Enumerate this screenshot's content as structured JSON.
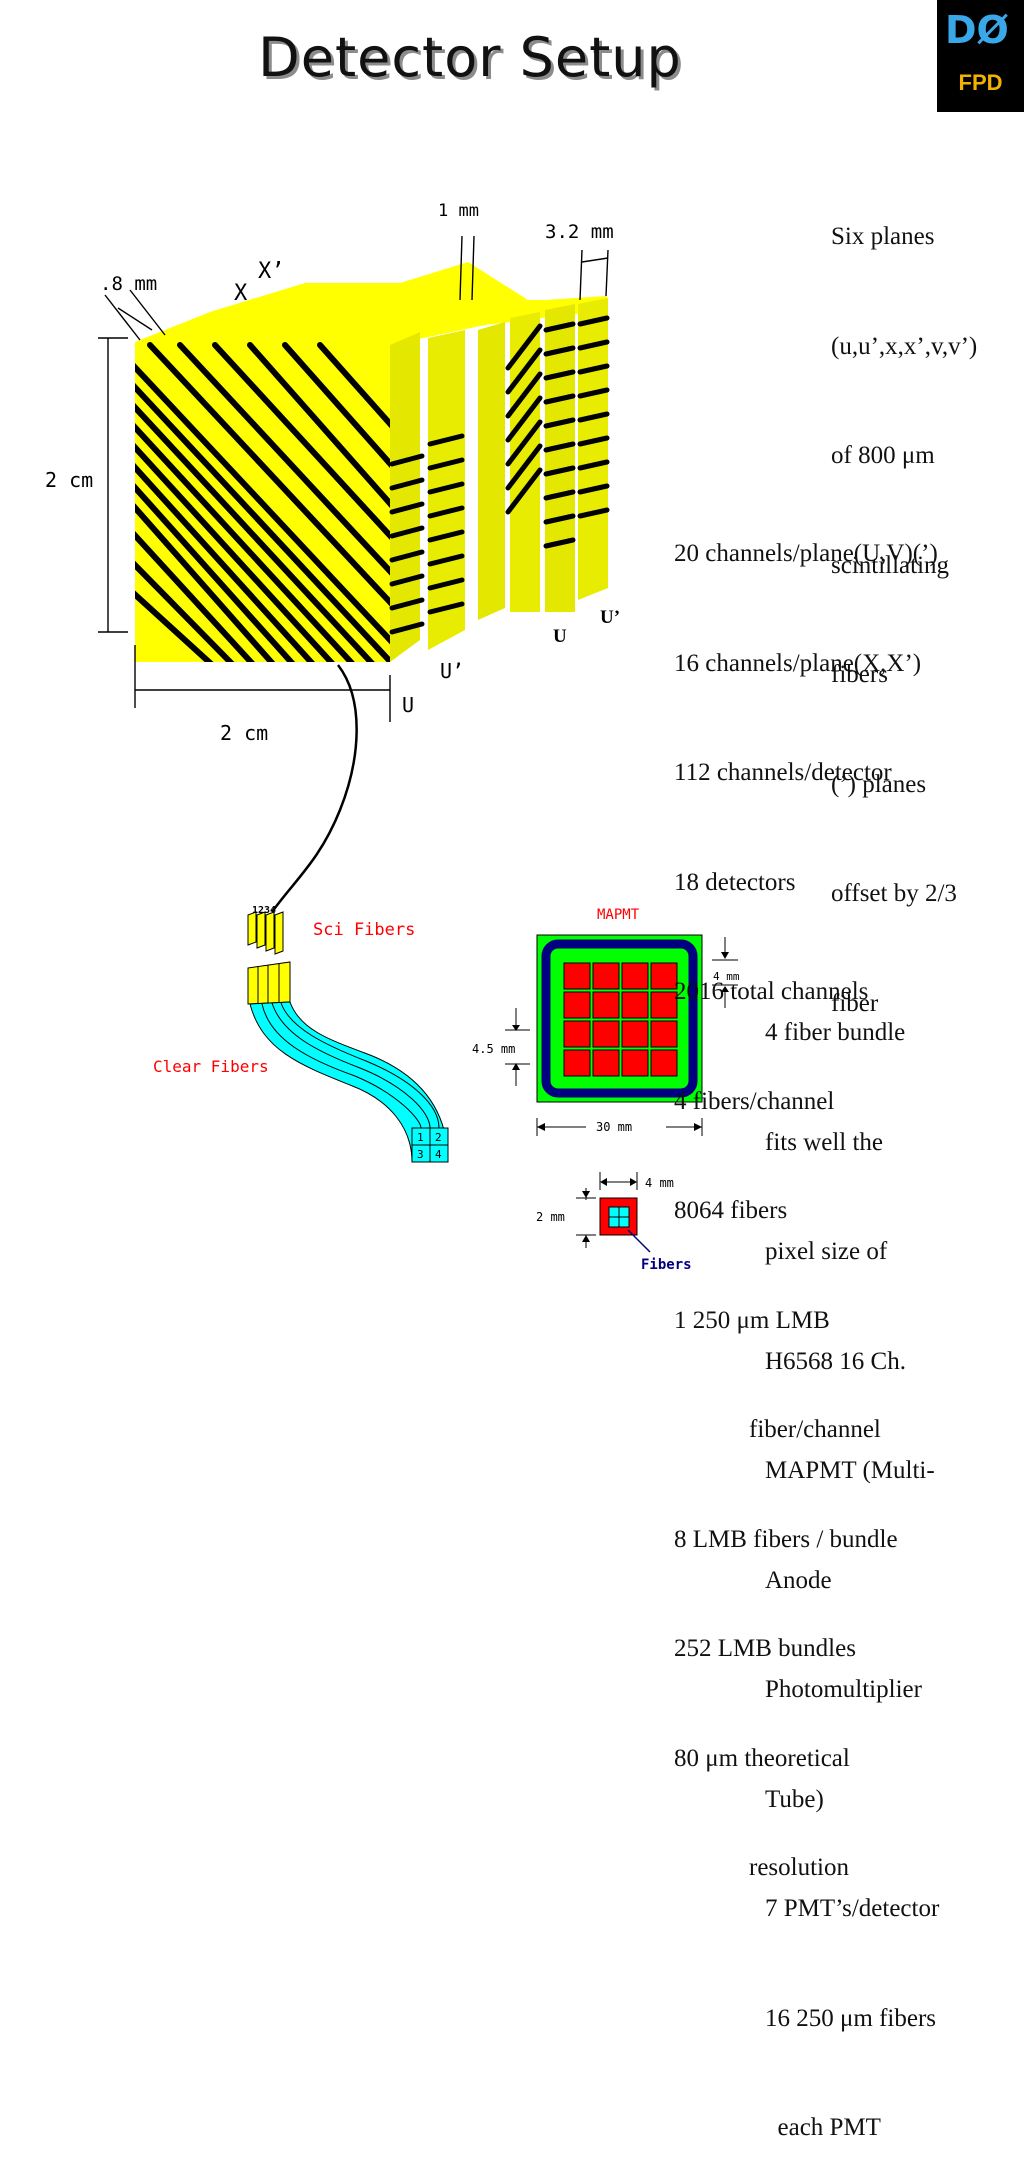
{
  "title": "Detector Setup",
  "logo": {
    "main": "DØ",
    "sub": "FPD"
  },
  "colors": {
    "fiber_yellow": "#ffff00",
    "clear_cyan": "#00ffff",
    "pmt_green": "#00ff00",
    "pmt_navy": "#000080",
    "pixel_red": "#ff0000",
    "label_red": "#ff0000",
    "label_blue": "#000080"
  },
  "diagram": {
    "labels": {
      "mm1": "1 mm",
      "mm32": "3.2 mm",
      "mm08": ".8 mm",
      "x": "X",
      "xp": "X’",
      "cm2_left": "2 cm",
      "cm2_bottom": "2 cm",
      "u_plane": "U",
      "u_prime_plane": "U’",
      "u_serif": "U",
      "u_prime_serif": "U’"
    },
    "fiber_labels": {
      "sci": "Sci Fibers",
      "clear": "Clear Fibers",
      "numbers": "1234",
      "grid": [
        "1",
        "2",
        "3",
        "4"
      ]
    },
    "mapmt": {
      "title": "MAPMT",
      "pixel_size": "4 mm",
      "pitch": "4.5 mm",
      "width": "30 mm"
    },
    "pixel": {
      "width": "4 mm",
      "height": "2 mm",
      "fibers": "Fibers"
    }
  },
  "text": {
    "planes": [
      "Six planes",
      "(u,u’,x,x’,v,v’)",
      "of 800 μm",
      "scintillating",
      "fibers",
      "(’) planes",
      "offset by 2/3",
      "fiber"
    ],
    "channels": [
      "20 channels/plane(U,V)(’)",
      "16 channels/plane(X,X’)",
      "112 channels/detector",
      "18 detectors",
      "2016 total channels",
      "4 fibers/channel",
      "8064 fibers",
      "1 250 μm LMB",
      "            fiber/channel",
      "8 LMB fibers / bundle",
      "252 LMB bundles",
      "80 μm theoretical",
      "            resolution"
    ],
    "bundle": [
      "4 fiber bundle",
      "fits well the",
      "pixel size of",
      "H6568 16 Ch.",
      "MAPMT (Multi-",
      "Anode",
      "Photomultiplier",
      "Tube)",
      "7 PMT’s/detector",
      "16 250 μm fibers",
      "  each PMT"
    ]
  }
}
